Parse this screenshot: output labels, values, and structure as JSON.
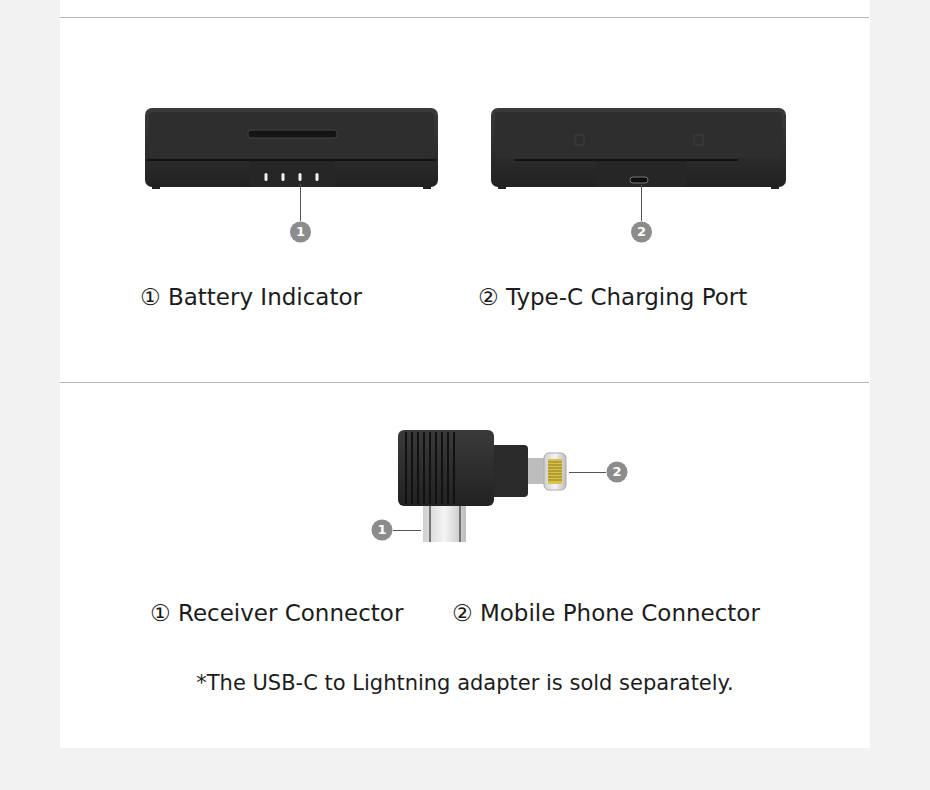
{
  "diagram": {
    "labels": [
      "1",
      "2",
      "① Battery Indicator",
      "② Type-C Charging Port",
      "2",
      "1",
      "① Receiver Connector",
      "② Mobile Phone Connector",
      "*The USB-C to Lightning adapter is sold separately."
    ]
  }
}
